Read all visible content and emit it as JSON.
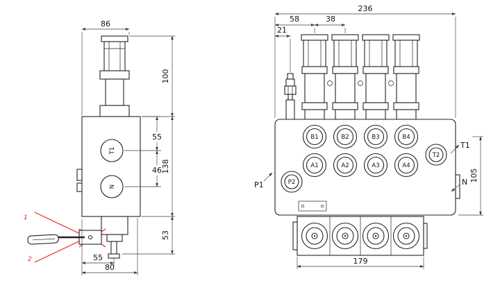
{
  "left_view": {
    "dims": {
      "actuator_width": "86",
      "actuator_height": "100",
      "port_t1_offset": "55",
      "port_spacing": "46",
      "body_height": "138",
      "lever_height": "53",
      "stem_offset": "55",
      "base_width": "80"
    },
    "ports": {
      "t1": "T1",
      "n": "N"
    },
    "lever": {
      "pos1": "1",
      "pos2": "2"
    }
  },
  "right_view": {
    "dims": {
      "overall_width": "236",
      "first_section_offset": "58",
      "section_pitch": "38",
      "relief_offset": "21",
      "port_height": "105",
      "base_width": "179"
    },
    "ports": {
      "b1": "B1",
      "b2": "B2",
      "b3": "B3",
      "b4": "B4",
      "a1": "A1",
      "a2": "A2",
      "a3": "A3",
      "a4": "A4",
      "p2": "P2",
      "t2": "T2"
    },
    "flow_labels": {
      "p1": "P1",
      "t1": "T1",
      "n": "N"
    }
  },
  "colors": {
    "line": "#222222",
    "lever_alt": "#e8231d",
    "background": "#ffffff"
  }
}
